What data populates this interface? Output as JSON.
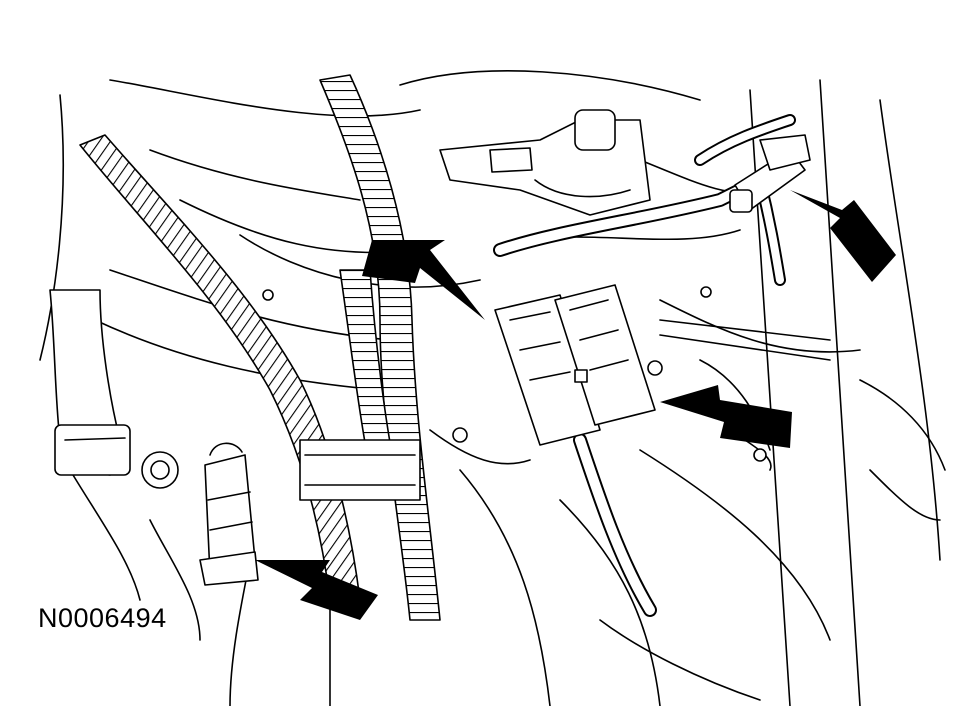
{
  "figure": {
    "reference_id": "N0006494"
  },
  "colors": {
    "ink": "#000000",
    "paper": "#ffffff"
  },
  "callout_arrows": [
    {
      "name": "arrow-upper-right-connector"
    },
    {
      "name": "arrow-center-connector"
    },
    {
      "name": "arrow-lower-right-connector"
    },
    {
      "name": "arrow-lower-left-connector"
    }
  ]
}
